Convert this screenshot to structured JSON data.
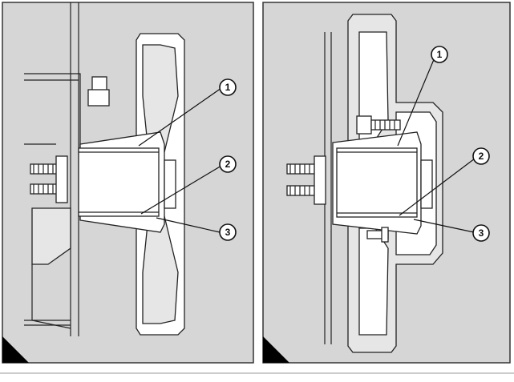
{
  "panels": [
    {
      "id": "left",
      "callouts": [
        {
          "label": "1"
        },
        {
          "label": "2"
        },
        {
          "label": "3"
        }
      ]
    },
    {
      "id": "right",
      "callouts": [
        {
          "label": "1"
        },
        {
          "label": "2"
        },
        {
          "label": "3"
        }
      ]
    }
  ],
  "colors": {
    "background": "#d6d6d6",
    "outline": "#222222",
    "part_fill": "#ffffff"
  }
}
